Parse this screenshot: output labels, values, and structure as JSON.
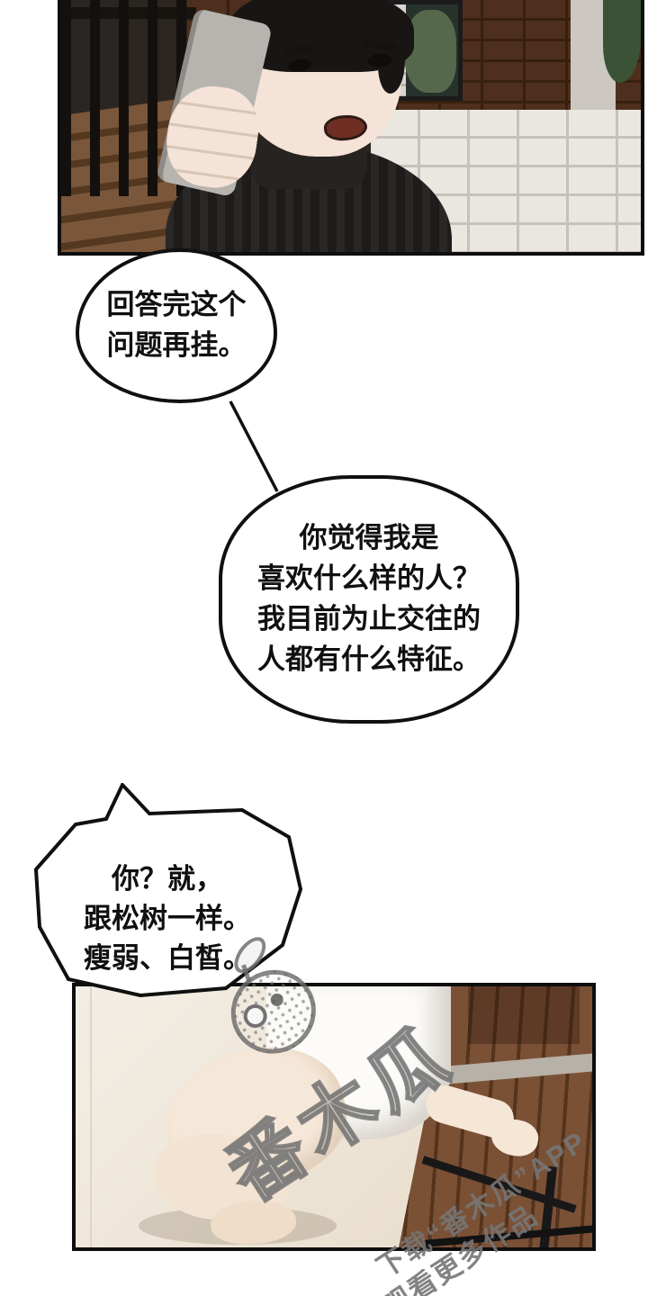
{
  "colors": {
    "ink": "#101010",
    "bubble_fill": "#ffffff",
    "panel_border": "#0e0e0e",
    "watermark_gray": "#8c8c8c",
    "wood_brown": "#7b5136",
    "skin": "#f4e3d6"
  },
  "bubbles": {
    "b1": {
      "lines": [
        "回答完这个",
        "问题再挂。"
      ]
    },
    "b2": {
      "lines": [
        "你觉得我是",
        "喜欢什么样的人？",
        "我目前为止交往的",
        "人都有什么特征。"
      ]
    },
    "b3": {
      "lines": [
        "你？就，",
        "跟松树一样。",
        "瘦弱、白皙。"
      ]
    }
  },
  "watermark": {
    "logo_text": "番木瓜",
    "line1": "下载“番木瓜”APP",
    "line2": "观看更多作品"
  }
}
